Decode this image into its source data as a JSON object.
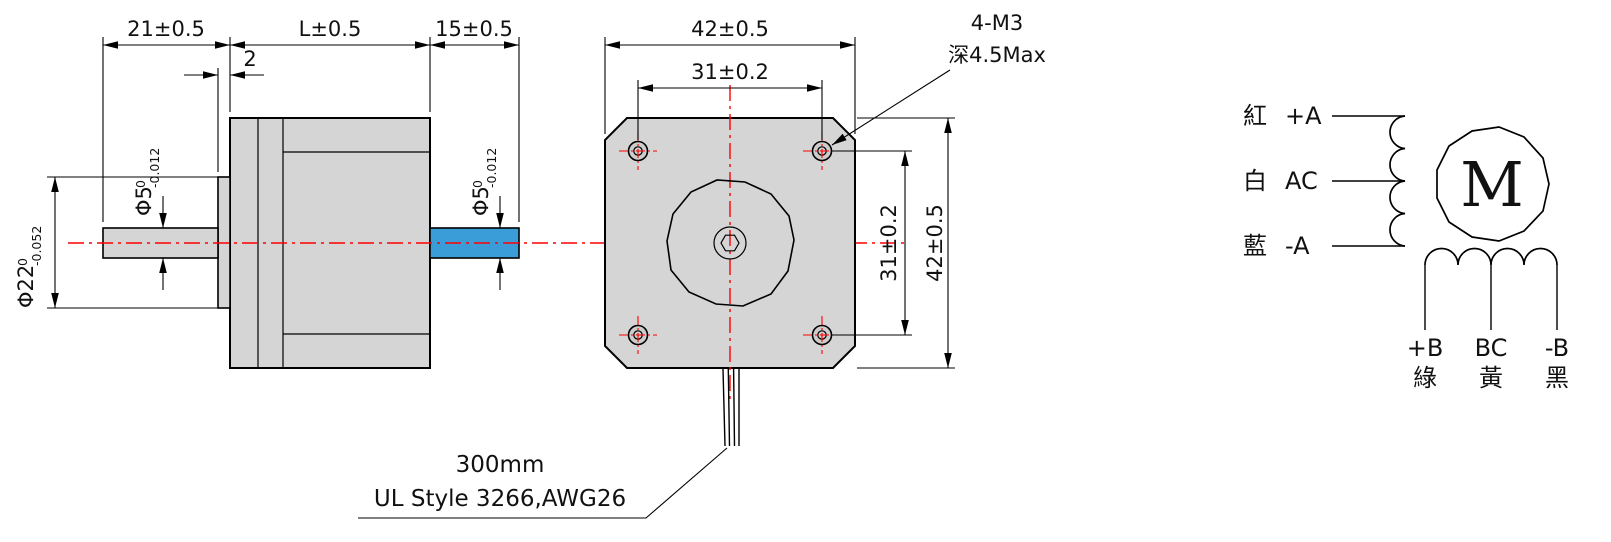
{
  "drawing": {
    "side_view": {
      "dim_shaft_left": "21±0.5",
      "dim_body_length": "L±0.5",
      "dim_shaft_right": "15±0.5",
      "dim_boss_depth": "2",
      "shaft_left_dia": {
        "label": "Φ5",
        "tol_upper": "0",
        "tol_lower": "-0.012"
      },
      "boss_dia": {
        "label": "Φ22",
        "tol_upper": "0",
        "tol_lower": "-0.052"
      },
      "shaft_right_dia": {
        "label": "Φ5",
        "tol_upper": "0",
        "tol_lower": "-0.012"
      }
    },
    "front_view": {
      "dim_width": "42±0.5",
      "dim_hole_spacing_h": "31±0.2",
      "dim_hole_spacing_v": "31±0.2",
      "dim_height": "42±0.5",
      "thread_callout": {
        "line1": "4-M3",
        "line2": "深4.5Max"
      },
      "lead_wire_note": {
        "line1": "300mm",
        "line2": "UL Style 3266,AWG26"
      }
    },
    "wiring_diagram": {
      "motor_symbol": "M",
      "phase_a_leads": [
        {
          "wire_color": "紅",
          "terminal": "+A"
        },
        {
          "wire_color": "白",
          "terminal": "AC"
        },
        {
          "wire_color": "藍",
          "terminal": "-A"
        }
      ],
      "phase_b_leads": [
        {
          "terminal": "+B",
          "wire_color": "綠"
        },
        {
          "terminal": "BC",
          "wire_color": "黃"
        },
        {
          "terminal": "-B",
          "wire_color": "黑"
        }
      ]
    },
    "colors": {
      "body_fill": "#d5d5d5",
      "shaft_highlight": "#3b9dd8",
      "centerline_red": "#ff0000",
      "line_black": "#000000"
    }
  }
}
